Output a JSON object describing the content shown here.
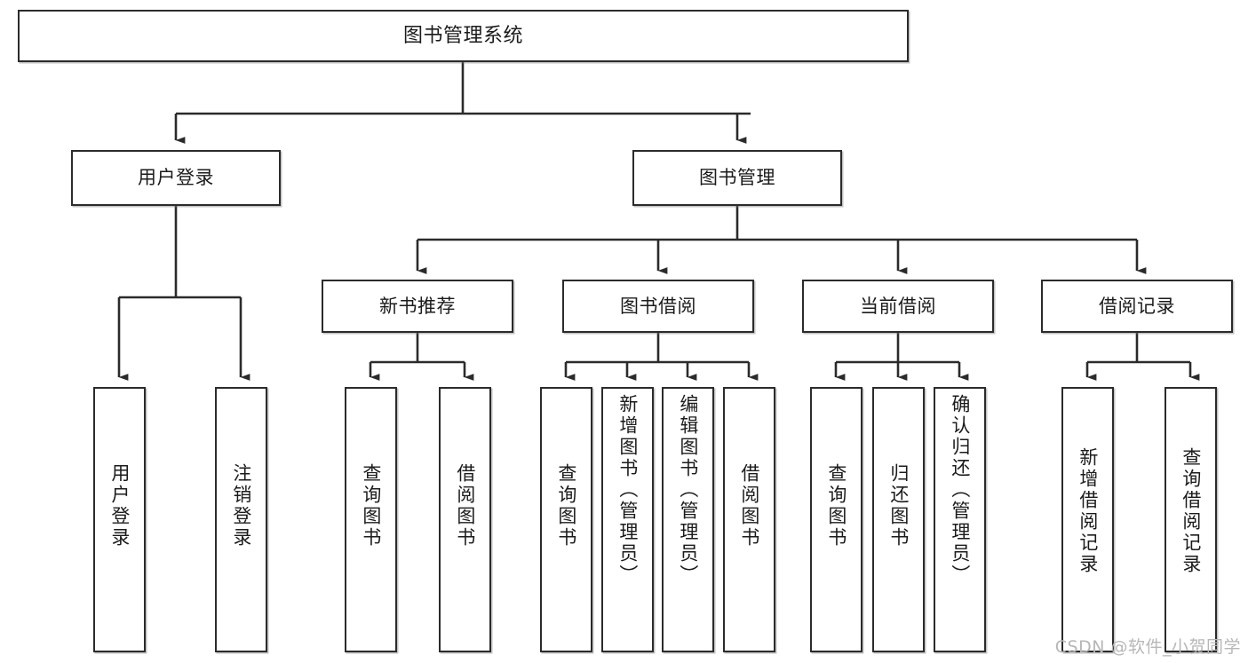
{
  "diagram": {
    "type": "tree-hierarchy",
    "title": "图书管理系统",
    "orientation": "top-down",
    "colors": {
      "stroke": "#2b2b2b",
      "fill": "#ffffff",
      "text": "#1b1b1b",
      "watermark": "#b7b7b7"
    }
  },
  "root": {
    "label": "图书管理系统"
  },
  "level2": [
    {
      "label": "用户登录"
    },
    {
      "label": "图书管理"
    }
  ],
  "level3": [
    {
      "label": "新书推荐"
    },
    {
      "label": "图书借阅"
    },
    {
      "label": "当前借阅"
    },
    {
      "label": "借阅记录"
    }
  ],
  "leaves": {
    "user_login": [
      {
        "label": "用户登录"
      },
      {
        "label": "注销登录"
      }
    ],
    "new_book_recommend": [
      {
        "label": "查询图书"
      },
      {
        "label": "借阅图书"
      }
    ],
    "book_borrow": [
      {
        "label": "查询图书"
      },
      {
        "label": "新增图书（管理员）"
      },
      {
        "label": "编辑图书（管理员）"
      },
      {
        "label": "借阅图书"
      }
    ],
    "current_borrow": [
      {
        "label": "查询图书"
      },
      {
        "label": "归还图书"
      },
      {
        "label": "确认归还（管理员）"
      }
    ],
    "borrow_record": [
      {
        "label": "新增借阅记录"
      },
      {
        "label": "查询借阅记录"
      }
    ]
  },
  "watermark": {
    "text": "CSDN @软件_小贺同学"
  }
}
